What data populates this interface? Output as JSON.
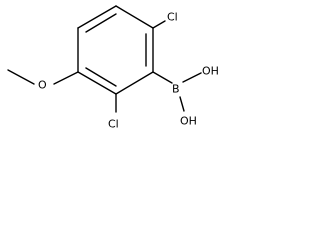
{
  "molecule": {
    "atoms": {
      "cl_top": "Cl",
      "oh_top": "OH",
      "boron": "B",
      "oh_bottom": "OH",
      "methoxy_o": "O",
      "cl_bottom": "Cl"
    }
  }
}
